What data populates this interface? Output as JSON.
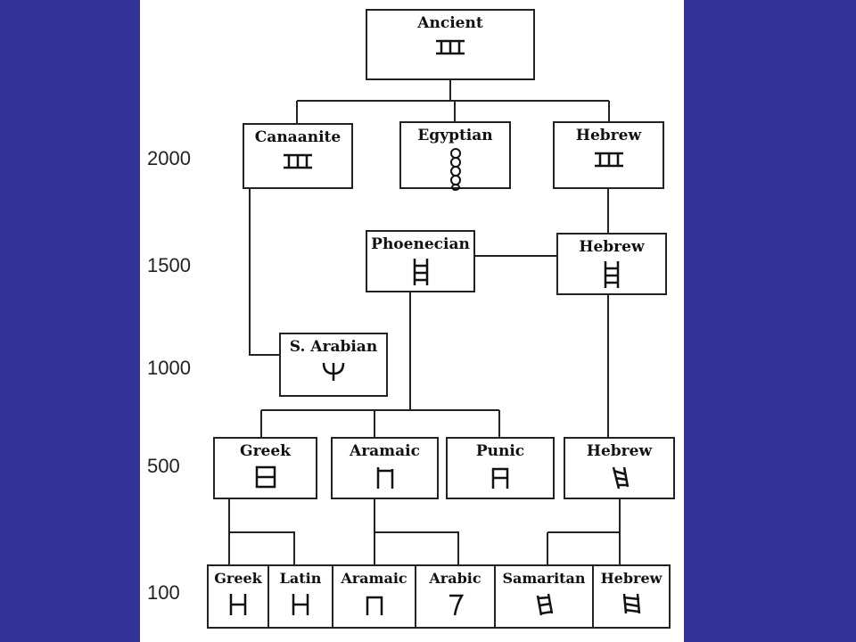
{
  "colors": {
    "background": "#333399",
    "panel": "#ffffff",
    "line": "#222222"
  },
  "years": [
    "2000",
    "1500",
    "1000",
    "500",
    "100"
  ],
  "nodes": {
    "ancient": {
      "label": "Ancient",
      "glyph": "triple-bar-horizontal"
    },
    "canaanite": {
      "label": "Canaanite",
      "glyph": "triple-bar-horizontal"
    },
    "egyptian": {
      "label": "Egyptian",
      "glyph": "chain-loops"
    },
    "hebrew_2000": {
      "label": "Hebrew",
      "glyph": "triple-bar-horizontal"
    },
    "phoenecian": {
      "label": "Phoenecian",
      "glyph": "ladder"
    },
    "hebrew_1500": {
      "label": "Hebrew",
      "glyph": "ladder"
    },
    "s_arabian": {
      "label": "S. Arabian",
      "glyph": "trident"
    },
    "greek_500": {
      "label": "Greek",
      "glyph": "boxed-e"
    },
    "aramaic_500": {
      "label": "Aramaic",
      "glyph": "open-h"
    },
    "punic": {
      "label": "Punic",
      "glyph": "a-frame"
    },
    "hebrew_500": {
      "label": "Hebrew",
      "glyph": "twisted-ladder"
    },
    "greek_100": {
      "label": "Greek",
      "glyph": "letter-h"
    },
    "latin": {
      "label": "Latin",
      "glyph": "letter-h"
    },
    "aramaic_100": {
      "label": "Aramaic",
      "glyph": "pi"
    },
    "arabic": {
      "label": "Arabic",
      "glyph": "seven"
    },
    "samaritan": {
      "label": "Samaritan",
      "glyph": "slanted-ladder"
    },
    "hebrew_100": {
      "label": "Hebrew",
      "glyph": "heth"
    }
  }
}
